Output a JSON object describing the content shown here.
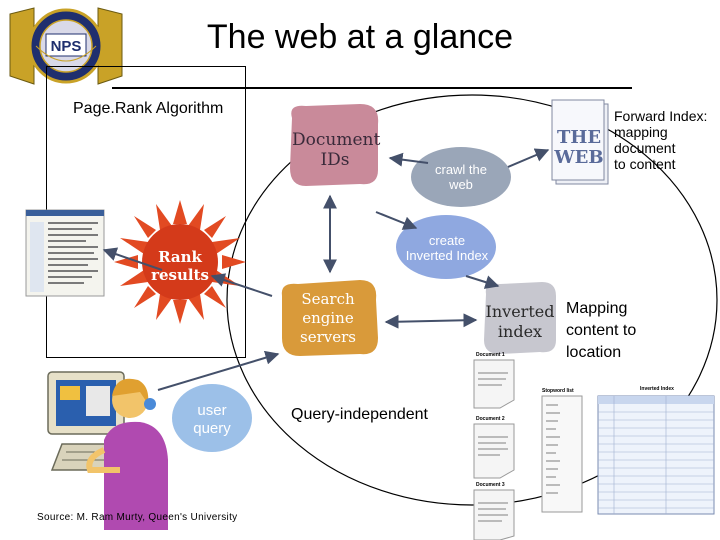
{
  "title": "The web at a glance",
  "logo": {
    "text_main": "NPS",
    "text_ring": "PRAESTANTIA PER SCIENTIAM"
  },
  "labels": {
    "pagerank": "Page.Rank Algorithm",
    "forward_index": [
      "Forward Index:",
      "mapping",
      "document",
      "to content"
    ],
    "mapping": [
      "Mapping",
      "content to",
      "location"
    ],
    "query_independent": "Query-independent",
    "source": "Source: M. Ram Murty, Queen's University"
  },
  "nodes": {
    "document_ids": [
      "Document",
      "IDs"
    ],
    "crawl_the_web": [
      "crawl the",
      "web"
    ],
    "the_web": [
      "THE",
      "WEB"
    ],
    "create_inverted_index": [
      "create",
      "Inverted Index"
    ],
    "rank_results": [
      "Rank",
      "results"
    ],
    "search_engine_servers": [
      "Search",
      "engine",
      "servers"
    ],
    "inverted_index": [
      "Inverted",
      "index"
    ],
    "user_query": [
      "user",
      "query"
    ]
  },
  "index_figure": {
    "doc_labels": [
      "Document 1",
      "Document 2",
      "Document 3"
    ],
    "stopword_list": "Stopword list",
    "inverted_index": "Inverted Index"
  },
  "colors": {
    "blob_pink": "#c98a9a",
    "blob_slate": "#9aa6b8",
    "blob_blue": "#8fa8e0",
    "blob_gold": "#d99a3a",
    "rank_red": "#d43a1a"
  }
}
